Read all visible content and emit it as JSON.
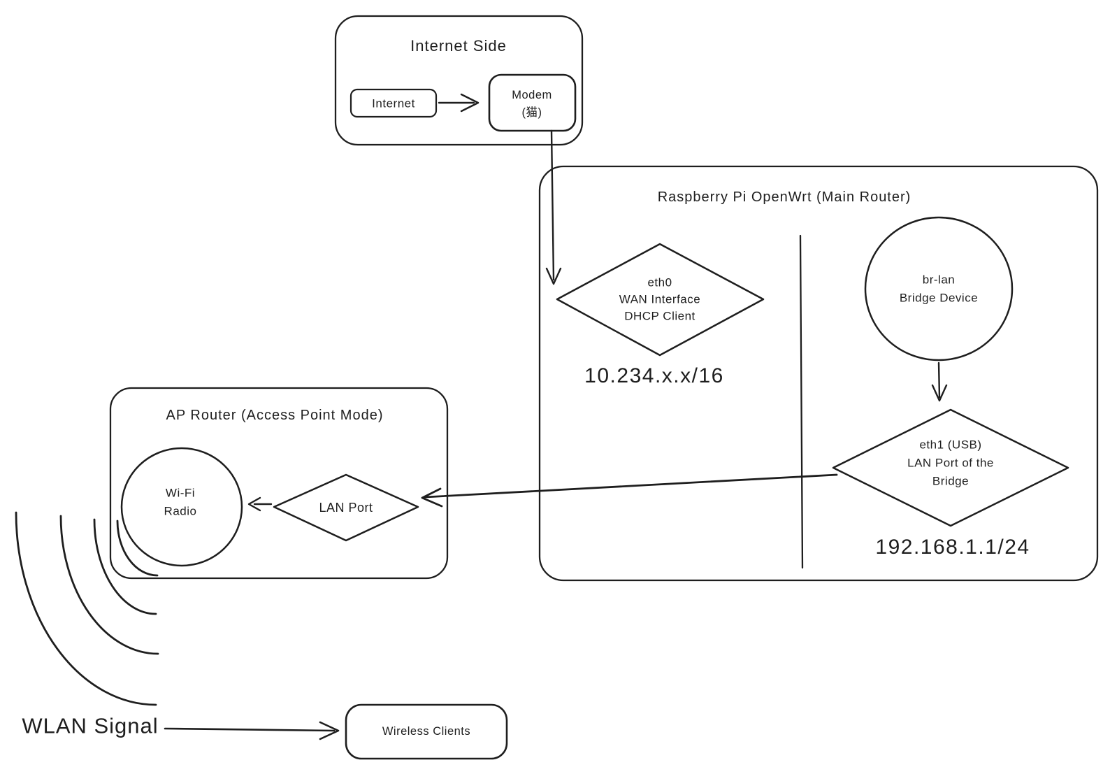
{
  "colors": {
    "stroke": "#1e1e1e",
    "background": "#ffffff"
  },
  "internet_side": {
    "title": "Internet Side",
    "internet": "Internet",
    "modem": [
      "Modem",
      "(猫)"
    ]
  },
  "main_router": {
    "title": "Raspberry Pi OpenWrt (Main Router)",
    "eth0": [
      "eth0",
      "WAN Interface",
      "DHCP Client"
    ],
    "eth0_subnet": "10.234.x.x/16",
    "br_lan": [
      "br-lan",
      "Bridge Device"
    ],
    "eth1": [
      "eth1 (USB)",
      "LAN Port of the",
      "Bridge"
    ],
    "eth1_subnet": "192.168.1.1/24"
  },
  "ap_router": {
    "title": "AP Router (Access Point Mode)",
    "wifi_radio": [
      "Wi-Fi",
      "Radio"
    ],
    "lan_port": "LAN Port"
  },
  "wlan": {
    "label": "WLAN Signal",
    "clients": "Wireless Clients"
  }
}
